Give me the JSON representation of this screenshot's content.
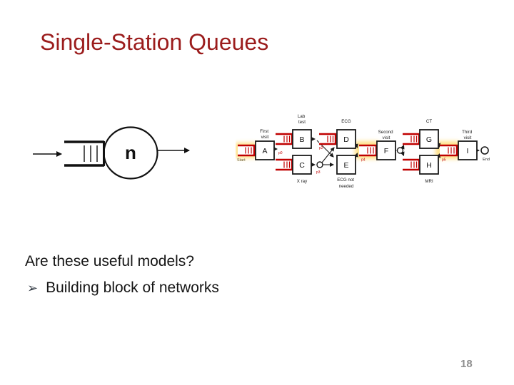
{
  "slide": {
    "title": "Single-Station Queues",
    "question": "Are these useful models?",
    "bullet": {
      "glyph": "➢",
      "text": "Building block of networks"
    },
    "page_number": "18"
  },
  "queue_figure": {
    "server_label": "n"
  },
  "network_figure": {
    "start_label": "Start",
    "end_label": "End",
    "branch_labels": {
      "p0": "p0",
      "p2": "p2",
      "p3": "p3",
      "p4": "p4",
      "p5": "p5"
    },
    "nodes": {
      "a": {
        "letter": "A",
        "caption": [
          "First",
          "visit"
        ]
      },
      "b": {
        "letter": "B",
        "caption": [
          "Lab",
          "test"
        ]
      },
      "c": {
        "letter": "C",
        "caption": [
          "X ray"
        ]
      },
      "d": {
        "letter": "D",
        "caption": [
          "ECG"
        ]
      },
      "e": {
        "letter": "E",
        "caption": [
          "ECG not",
          "needed"
        ]
      },
      "f": {
        "letter": "F",
        "caption": [
          "Second",
          "visit"
        ]
      },
      "g": {
        "letter": "G",
        "caption": [
          "CT"
        ]
      },
      "h": {
        "letter": "H",
        "caption": [
          "MRI"
        ]
      },
      "i": {
        "letter": "I",
        "caption": [
          "Third",
          "visit"
        ]
      }
    },
    "colors": {
      "queue_red": "#C00000",
      "highlight": "#FFE18A",
      "label_red": "#C00000"
    }
  },
  "colors": {
    "title": "#9B1C1C",
    "body_text": "#141414",
    "page_number": "#8F8F8F"
  }
}
